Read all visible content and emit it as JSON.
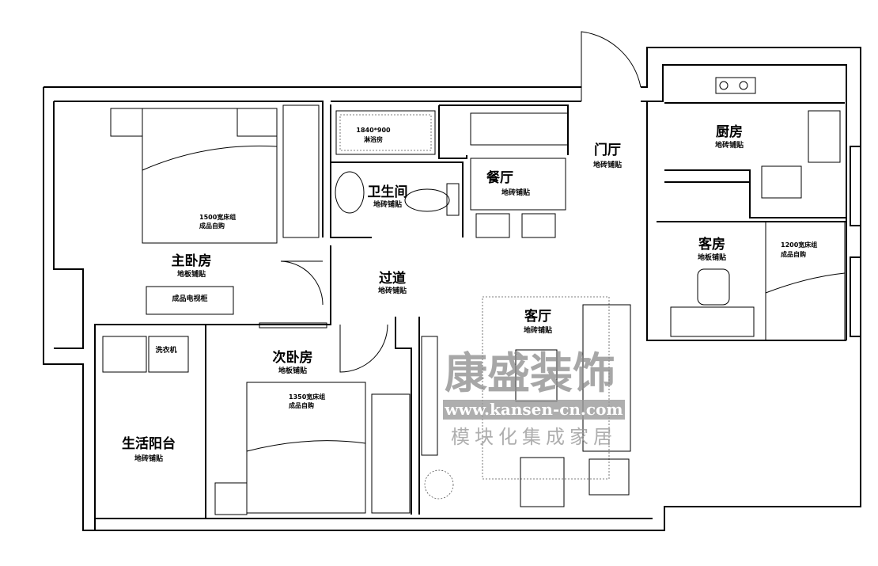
{
  "rooms": {
    "master_bedroom": {
      "name": "主卧房",
      "floor": "地板铺贴",
      "bed_note": [
        "1500宽床组",
        "成品自购"
      ],
      "tv_cabinet": "成品电视柜"
    },
    "bathroom": {
      "name": "卫生间",
      "floor": "地砖铺贴",
      "shower_size": "1840*900",
      "shower": "淋浴房"
    },
    "dining": {
      "name": "餐厅",
      "floor": "地砖铺贴"
    },
    "foyer": {
      "name": "门厅",
      "floor": "地砖铺贴"
    },
    "kitchen": {
      "name": "厨房",
      "floor": "地砖铺贴"
    },
    "guest_room": {
      "name": "客房",
      "floor": "地板铺贴",
      "bed_note": [
        "1200宽床组",
        "成品自购"
      ]
    },
    "corridor": {
      "name": "过道",
      "floor": "地砖铺贴"
    },
    "second_bedroom": {
      "name": "次卧房",
      "floor": "地板铺贴",
      "bed_note": [
        "1350宽床组",
        "成品自购"
      ]
    },
    "living_room": {
      "name": "客厅",
      "floor": "地砖铺贴"
    },
    "balcony": {
      "name": "生活阳台",
      "floor": "地砖铺贴",
      "washer": "洗衣机"
    }
  },
  "watermark": {
    "brand": "康盛装饰",
    "url": "www.kansen-cn.com",
    "slogan": "模块化集成家居"
  }
}
